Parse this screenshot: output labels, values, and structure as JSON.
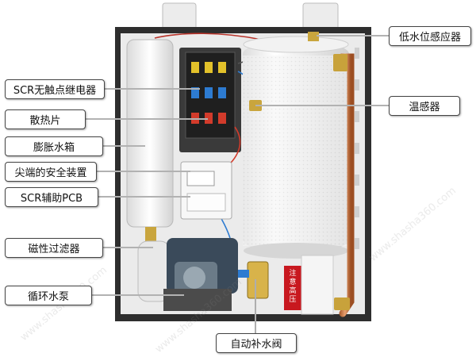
{
  "labels": {
    "low_water_sensor": "低水位感应器",
    "scr_relay": "SCR无触点继电器",
    "heat_sink": "散热片",
    "temp_sensor": "温感器",
    "expansion_tank": "膨胀水箱",
    "safety_device": "尖端的安全装置",
    "scr_pcb": "SCR辅助PCB",
    "magnetic_filter": "磁性过滤器",
    "circulation_pump": "循环水泵",
    "auto_refill_valve": "自动补水阀"
  },
  "tank_sticker": "注意高压",
  "watermark": "www.shasha360.com",
  "colors": {
    "copper": "#c8703a",
    "panel": "#e9e9e9",
    "frame": "#2f2f2f",
    "sticker": "#c8181f"
  }
}
